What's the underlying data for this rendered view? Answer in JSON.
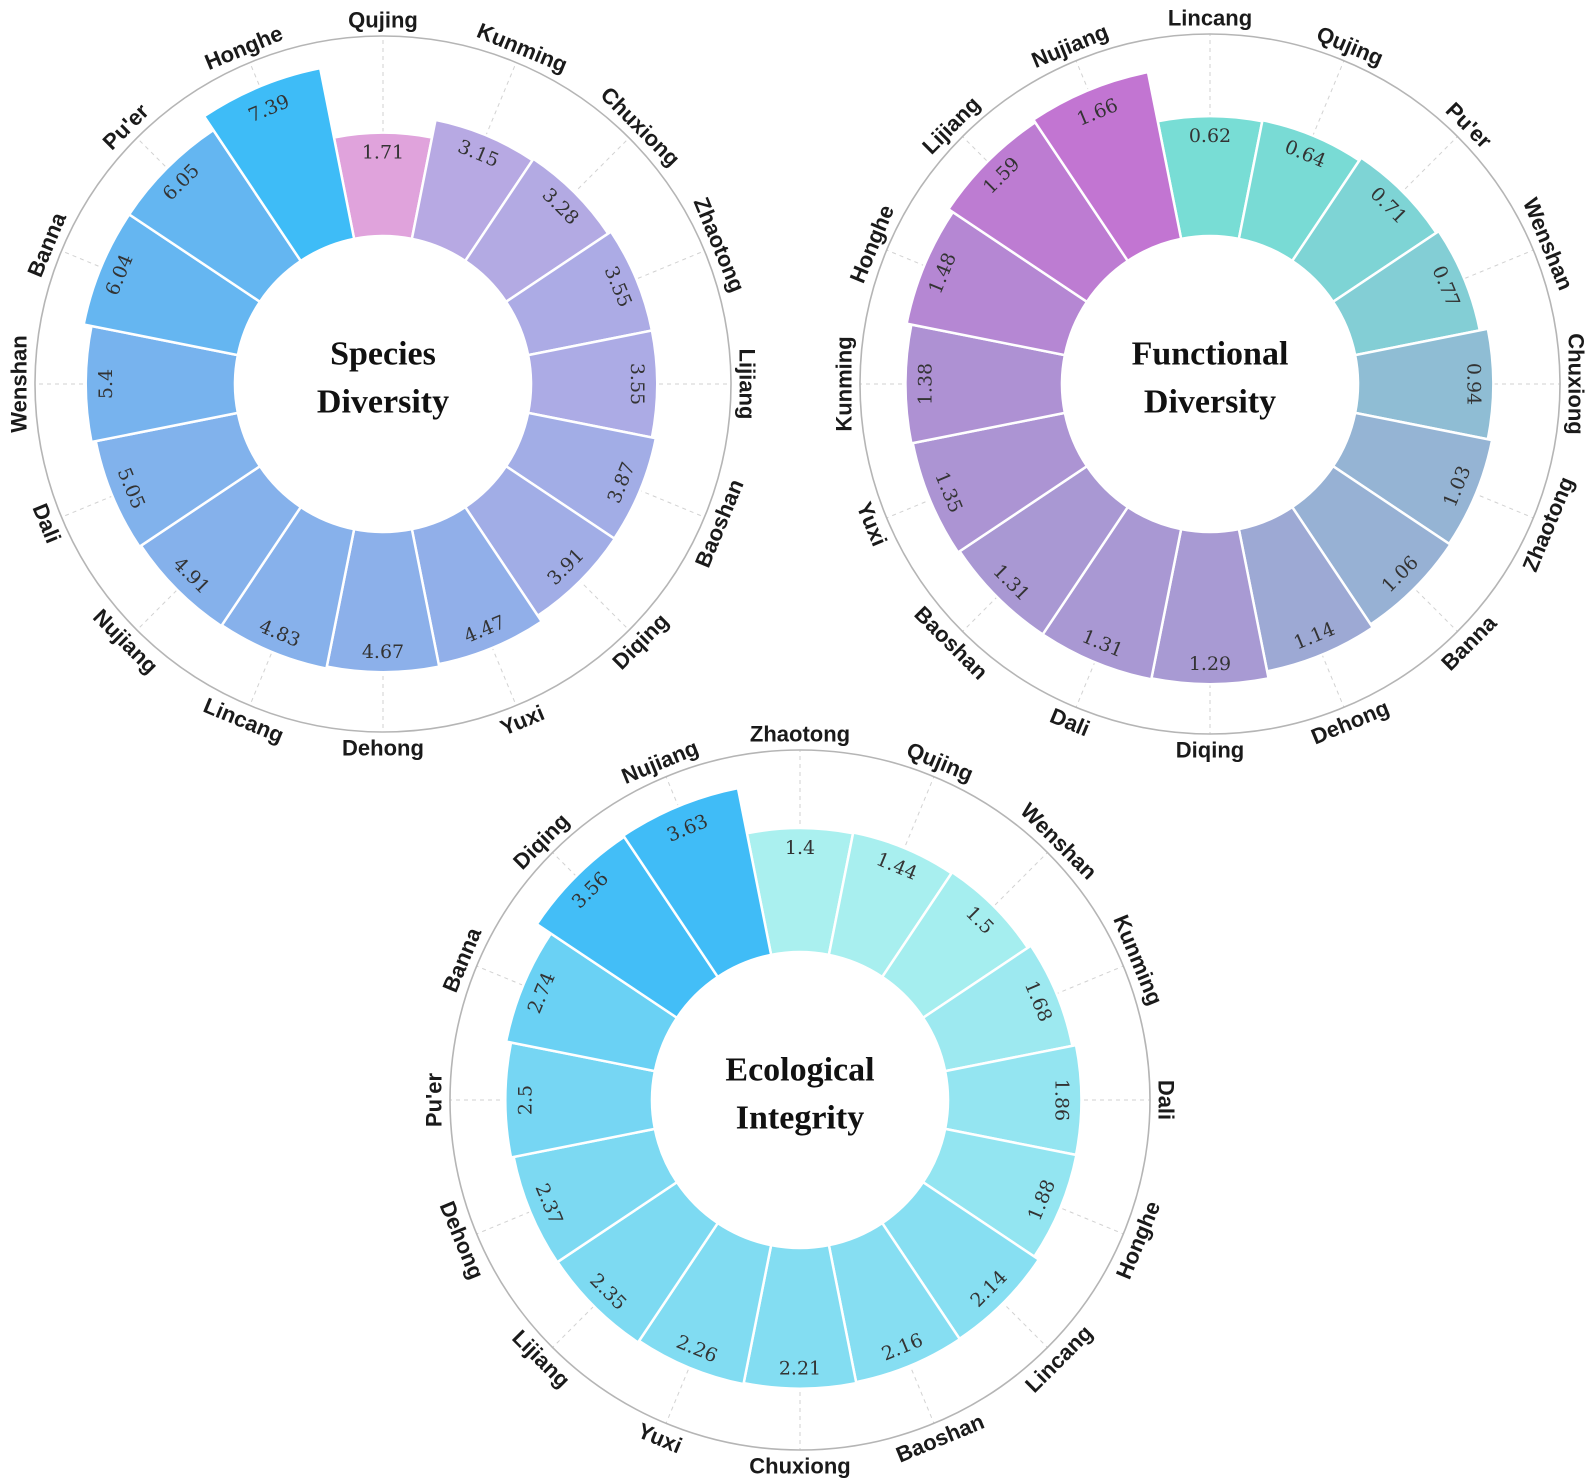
{
  "chart_data": [
    {
      "type": "bar",
      "title_lines": [
        "Species",
        "Diversity"
      ],
      "categories": [
        "Qujing",
        "Kunming",
        "Chuxiong",
        "Zhaotong",
        "Lijiang",
        "Baoshan",
        "Diqing",
        "Yuxi",
        "Dehong",
        "Lincang",
        "Nujiang",
        "Dali",
        "Wenshan",
        "Banna",
        "Pu'er",
        "Honghe"
      ],
      "values": [
        1.71,
        3.15,
        3.28,
        3.55,
        3.55,
        3.87,
        3.91,
        4.47,
        4.67,
        4.83,
        4.91,
        5.05,
        5.4,
        6.04,
        6.05,
        7.39
      ],
      "value_labels": [
        "1.71",
        "3.15",
        "3.28",
        "3.55",
        "3.55",
        "3.87",
        "3.91",
        "4.47",
        "4.67",
        "4.83",
        "4.91",
        "5.05",
        "5.4",
        "6.04",
        "6.05",
        "7.39"
      ],
      "ylim": [
        0,
        7.39
      ],
      "color_low": "#e0a3dc",
      "color_high": "#3ebcf7"
    },
    {
      "type": "bar",
      "title_lines": [
        "Functional",
        "Diversity"
      ],
      "categories": [
        "Lincang",
        "Qujing",
        "Pu'er",
        "Wenshan",
        "Chuxiong",
        "Zhaotong",
        "Banna",
        "Dehong",
        "Diqing",
        "Dali",
        "Baoshan",
        "Yuxi",
        "Kunming",
        "Honghe",
        "Lijiang",
        "Nujiang"
      ],
      "values": [
        0.62,
        0.64,
        0.71,
        0.77,
        0.94,
        1.03,
        1.06,
        1.14,
        1.29,
        1.31,
        1.31,
        1.35,
        1.38,
        1.48,
        1.59,
        1.66
      ],
      "value_labels": [
        "0.62",
        "0.64",
        "0.71",
        "0.77",
        "0.94",
        "1.03",
        "1.06",
        "1.14",
        "1.29",
        "1.31",
        "1.31",
        "1.35",
        "1.38",
        "1.48",
        "1.59",
        "1.66"
      ],
      "ylim": [
        0,
        1.66
      ],
      "color_low": "#78ddd5",
      "color_high": "#c275d2"
    },
    {
      "type": "bar",
      "title_lines": [
        "Ecological",
        "Integrity"
      ],
      "categories": [
        "Zhaotong",
        "Qujing",
        "Wenshan",
        "Kunming",
        "Dali",
        "Honghe",
        "Lincang",
        "Baoshan",
        "Chuxiong",
        "Yuxi",
        "Lijiang",
        "Dehong",
        "Pu'er",
        "Banna",
        "Diqing",
        "Nujiang"
      ],
      "values": [
        1.4,
        1.44,
        1.5,
        1.68,
        1.86,
        1.88,
        2.14,
        2.16,
        2.21,
        2.26,
        2.35,
        2.37,
        2.5,
        2.74,
        3.56,
        3.63
      ],
      "value_labels": [
        "1.4",
        "1.44",
        "1.5",
        "1.68",
        "1.86",
        "1.88",
        "2.14",
        "2.16",
        "2.21",
        "2.26",
        "2.35",
        "2.37",
        "2.5",
        "2.74",
        "3.56",
        "3.63"
      ],
      "ylim": [
        0,
        3.63
      ],
      "color_low": "#aaf0ef",
      "color_high": "#40bcf7"
    }
  ]
}
